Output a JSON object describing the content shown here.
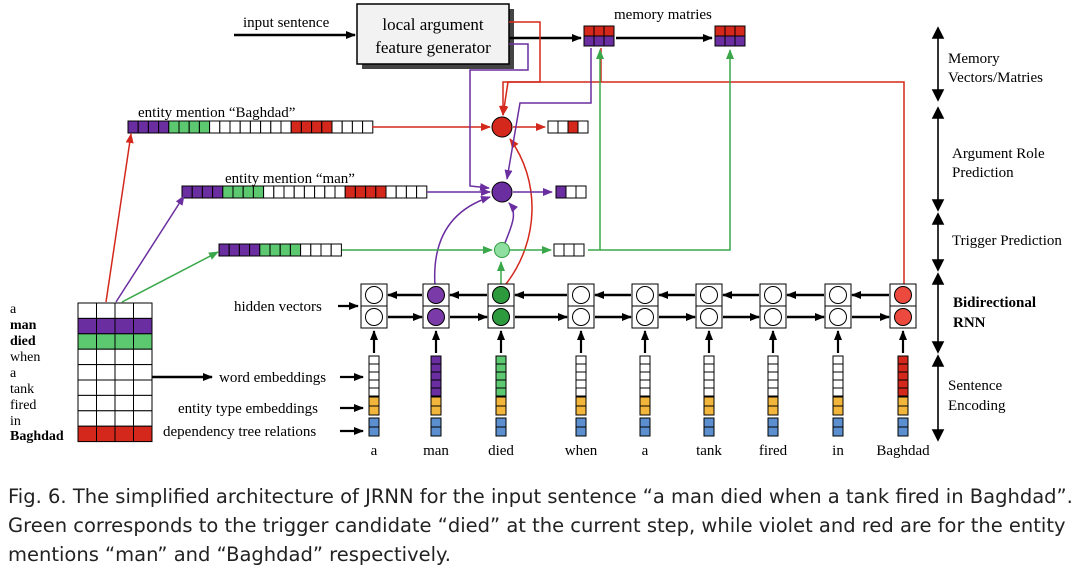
{
  "labels": {
    "input_sentence": "input sentence",
    "generator_line1": "local argument",
    "generator_line2": "feature generator",
    "memory_matries": "memory matries",
    "mention_baghdad": "entity mention “Baghdad”",
    "mention_man": "entity mention “man”",
    "hidden_vectors": "hidden vectors",
    "word_embeddings": "word embeddings",
    "entity_type_embeddings": "entity type embeddings",
    "dependency_tree_relations": "dependency tree relations"
  },
  "right_labels": {
    "memory_line1": "Memory",
    "memory_line2": "Vectors/Matries",
    "argrole_line1": "Argument Role",
    "argrole_line2": "Prediction",
    "trigger": "Trigger Prediction",
    "birnn_line1": "Bidirectional",
    "birnn_line2": "RNN",
    "sentenc_line1": "Sentence",
    "sentenc_line2": "Encoding"
  },
  "sentence_words": [
    "a",
    "man",
    "died",
    "when",
    "a",
    "tank",
    "fired",
    "in",
    "Baghdad"
  ],
  "colors": {
    "violet": "#6a2ea0",
    "green": "#5cc870",
    "red": "#d4281c",
    "orange": "#f2b63c",
    "blue": "#5b8fd0",
    "node_green": "#2e9a3e",
    "node_red": "#ec4a3e",
    "node_violet": "#7a3aa8",
    "trigger_node": "#8fe0a0"
  },
  "caption": {
    "fig_label": "Fig. 6.",
    "text": "The simplified architecture of JRNN for the input sentence “a man died when a tank fired in Baghdad”. Green corresponds to the trigger candidate “died” at the current step, while violet and red are for the entity mentions “man” and “Baghdad” respectively."
  }
}
